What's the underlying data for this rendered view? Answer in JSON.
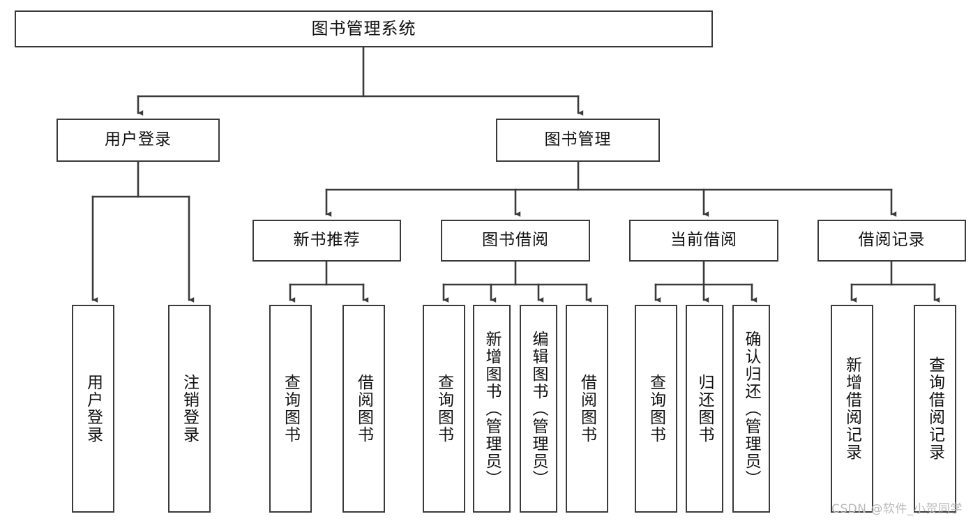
{
  "diagram": {
    "title": "图书管理系统",
    "type": "tree-structure-chart",
    "colors": {
      "box_border": "#3a3a3a",
      "box_fill": "#ffffff",
      "edge": "#3a3a3a",
      "text": "#111111",
      "watermark": "#b9b9b9",
      "background": "#ffffff"
    },
    "root": {
      "label": "图书管理系统"
    },
    "level2": [
      {
        "label": "用户登录"
      },
      {
        "label": "图书管理"
      }
    ],
    "level3": [
      {
        "label": "新书推荐"
      },
      {
        "label": "图书借阅"
      },
      {
        "label": "当前借阅"
      },
      {
        "label": "借阅记录"
      }
    ],
    "leaves": {
      "user_login": [
        {
          "label": "用户登录"
        },
        {
          "label": "注销登录"
        }
      ],
      "new_book_recommend": [
        {
          "label": "查询图书"
        },
        {
          "label": "借阅图书"
        }
      ],
      "book_borrow": [
        {
          "label": "查询图书"
        },
        {
          "label": "新增图书（管理员）"
        },
        {
          "label": "编辑图书（管理员）"
        },
        {
          "label": "借阅图书"
        }
      ],
      "current_borrow": [
        {
          "label": "查询图书"
        },
        {
          "label": "归还图书"
        },
        {
          "label": "确认归还（管理员）"
        }
      ],
      "borrow_record": [
        {
          "label": "新增借阅记录"
        },
        {
          "label": "查询借阅记录"
        }
      ]
    }
  },
  "watermark": {
    "text": "CSDN @软件_小贺同学"
  }
}
